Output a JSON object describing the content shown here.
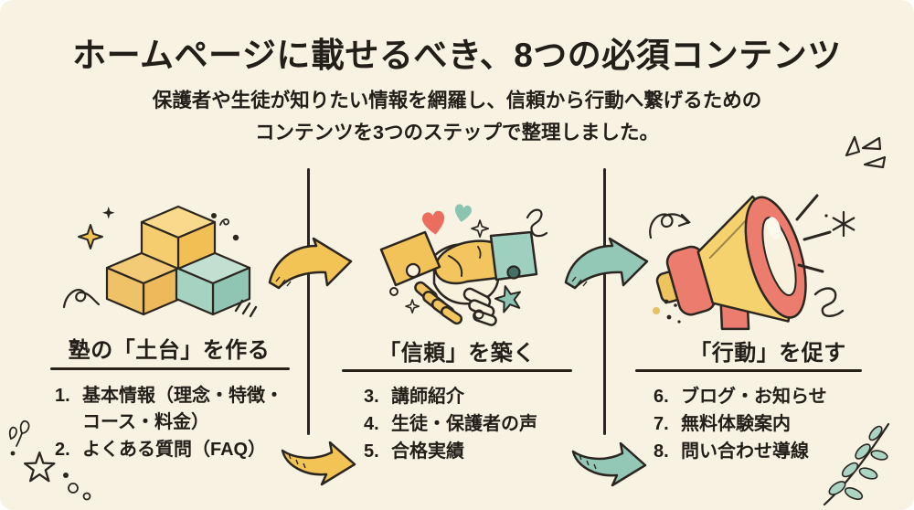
{
  "header": {
    "title": "ホームページに載せるべき、8つの必須コンテンツ",
    "subtitle_line1": "保護者や生徒が知りたい情報を網羅し、信頼から行動へ繋げるための",
    "subtitle_line2": "コンテンツを3つのステップで整理しました。"
  },
  "columns": [
    {
      "header": "塾の「土台」を作る",
      "icon": "building-blocks-icon",
      "items": [
        {
          "num": "1.",
          "text": "基本情報（理念・特徴・コース・料金）"
        },
        {
          "num": "2.",
          "text": "よくある質問（FAQ）"
        }
      ]
    },
    {
      "header": "「信頼」を築く",
      "icon": "handshake-icon",
      "items": [
        {
          "num": "3.",
          "text": "講師紹介"
        },
        {
          "num": "4.",
          "text": "生徒・保護者の声"
        },
        {
          "num": "5.",
          "text": "合格実績"
        }
      ]
    },
    {
      "header": "「行動」を促す",
      "icon": "megaphone-icon",
      "items": [
        {
          "num": "6.",
          "text": "ブログ・お知らせ"
        },
        {
          "num": "7.",
          "text": "無料体験案内"
        },
        {
          "num": "8.",
          "text": "問い合わせ導線"
        }
      ]
    }
  ],
  "flow_icons": [
    "curved-arrow-step1-to-step2-icon",
    "curved-arrow-step2-to-step3-icon",
    "curved-arrow-bottom-left-icon",
    "curved-arrow-bottom-right-icon"
  ],
  "decoration_icons": [
    "sparkle-star-icon",
    "heart-icon",
    "confetti-dots-icon",
    "swirl-doodle-icon",
    "emphasis-dashes-icon",
    "leaf-branch-icon",
    "outline-star-icon",
    "sound-lines-icon",
    "asterisk-star-icon"
  ],
  "colors": {
    "background": "#f7f2e2",
    "text": "#221e18",
    "outline": "#2b2620",
    "yellow": "#f2c355",
    "teal": "#97c9b7",
    "coral": "#ec7c6d",
    "cream": "#f8f1dd"
  }
}
